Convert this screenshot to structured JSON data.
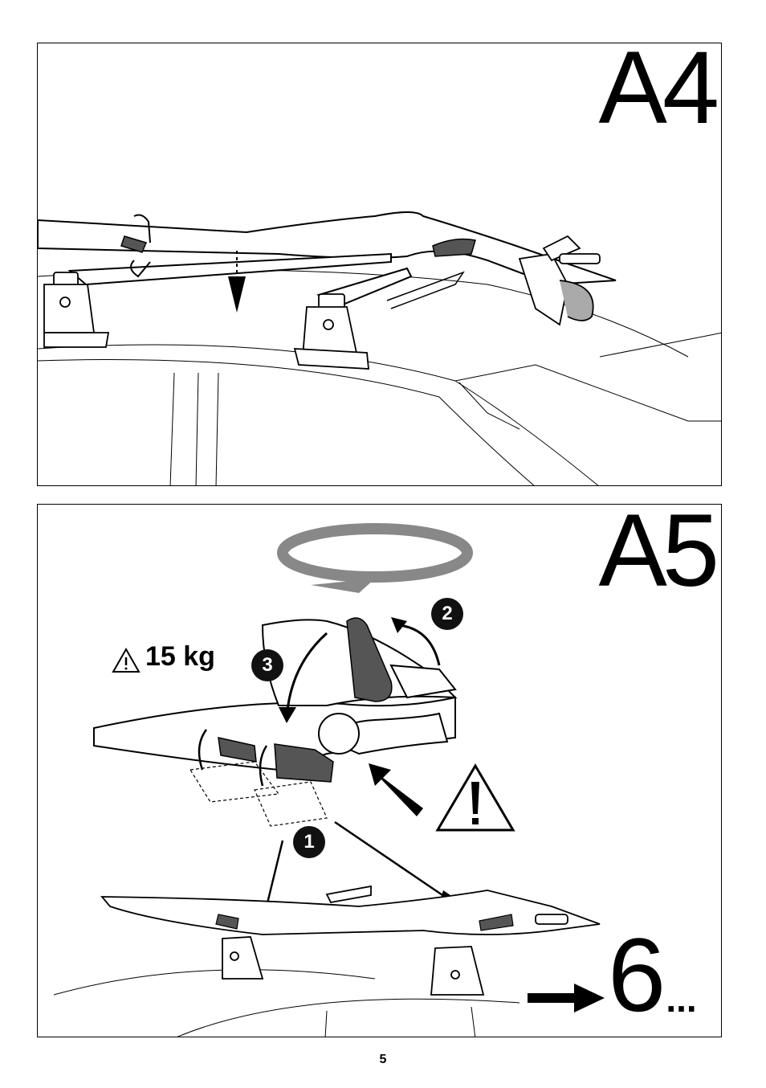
{
  "panels": [
    {
      "step": "A4"
    },
    {
      "step": "A5",
      "weight": "15 kg",
      "badges": [
        "2",
        "3",
        "1"
      ],
      "next_step": "6",
      "next_suffix": "..."
    }
  ],
  "page_number": "5",
  "icons": [
    "down-arrow-icon",
    "rotate-arrow-icon",
    "warning-small-icon",
    "warning-triangle-icon",
    "right-arrow-icon"
  ]
}
